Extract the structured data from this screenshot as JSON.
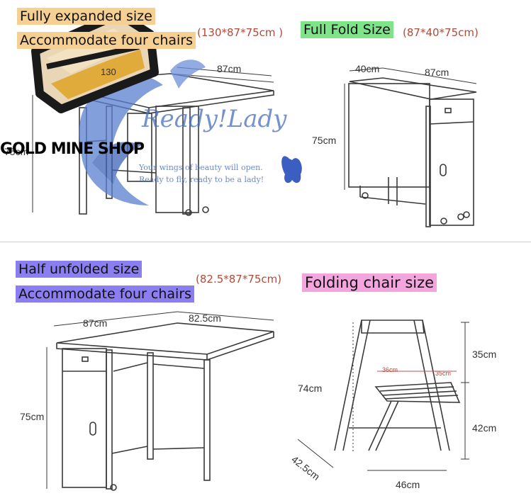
{
  "top_left": {
    "line1": "Fully expanded size",
    "line2": "Accommodate four chairs",
    "dims": "(130*87*75cm )",
    "labels": {
      "depth": "87cm",
      "width": "130",
      "height": "75cm"
    }
  },
  "top_right": {
    "title": "Full Fold Size",
    "dims": "(87*40*75cm)",
    "labels": {
      "width": "40cm",
      "depth": "87cm",
      "height": "75cm"
    }
  },
  "bottom_left": {
    "line1": "Half unfolded size",
    "line2": "Accommodate four chairs",
    "dims": "(82.5*87*75cm)",
    "labels": {
      "depth": "87cm",
      "width": "82.5cm",
      "height": "75cm"
    }
  },
  "bottom_right": {
    "title": "Folding chair size",
    "labels": {
      "back_height": "35cm",
      "total_height": "74cm",
      "seat_depth": "36cm",
      "seat_back": "35cm",
      "seat_height": "42cm",
      "depth": "42.5cm",
      "width": "46cm"
    }
  },
  "overlay": {
    "shop_name": "GOLD MINE SHOP",
    "watermark_title": "Ready!Lady",
    "watermark_line1": "Your wings of beauty will open.",
    "watermark_line2": "Ready to fly, ready to be a lady!"
  },
  "colors": {
    "tag_orange": "#f6cf93",
    "tag_green": "#7fe38a",
    "tag_purple": "#8b7ef0",
    "tag_pink": "#f2a6dd",
    "watermark_blue": "#4a6fc0"
  }
}
